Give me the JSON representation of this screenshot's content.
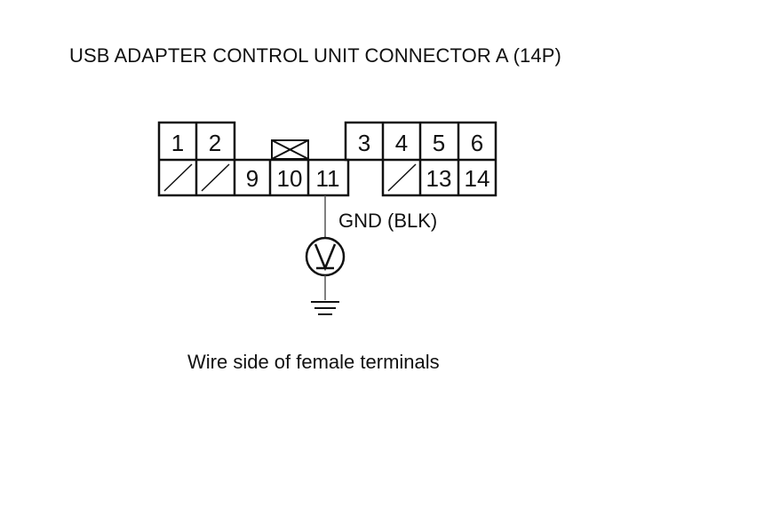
{
  "title": "USB ADAPTER CONTROL UNIT CONNECTOR A (14P)",
  "caption": "Wire side of female terminals",
  "wire_label": "GND (BLK)",
  "meter_symbol": "V",
  "terminals": {
    "t1": "1",
    "t2": "2",
    "t3": "3",
    "t4": "4",
    "t5": "5",
    "t6": "6",
    "t9": "9",
    "t10": "10",
    "t11": "11",
    "t13": "13",
    "t14": "14"
  },
  "icons": {
    "unused_terminal": "slash-cell-icon",
    "lock_tab": "crossed-box-icon",
    "voltmeter": "voltmeter-icon",
    "ground": "ground-icon"
  },
  "colors": {
    "line": "#111111",
    "wire": "#555555",
    "background": "#ffffff"
  }
}
